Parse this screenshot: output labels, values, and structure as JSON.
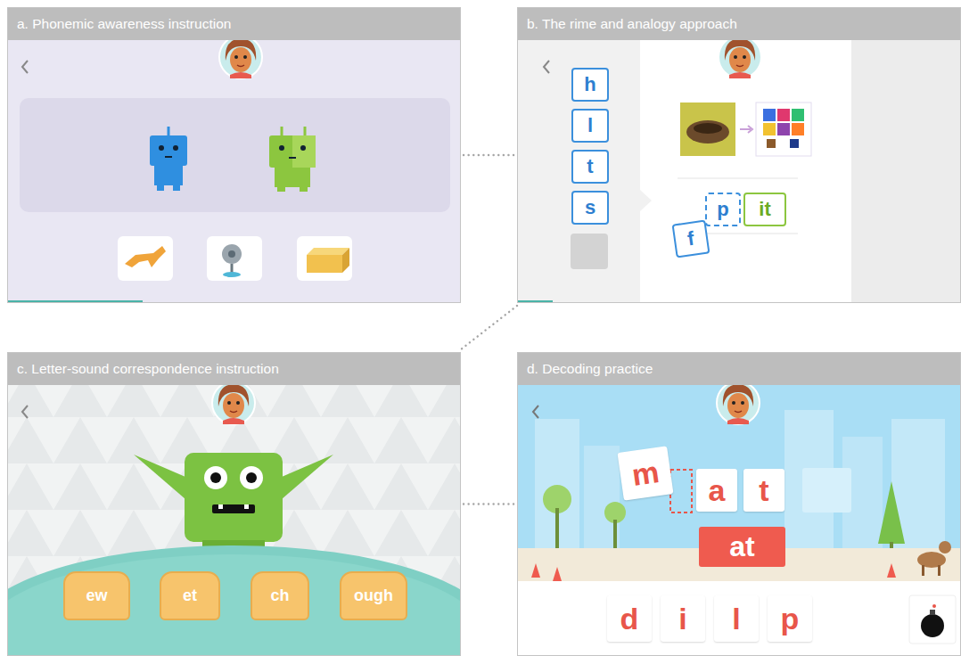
{
  "diagram": {
    "nodes": [
      {
        "text": [
          "a. Phonemic awareness instruction"
        ]
      },
      {
        "text": [
          "b. The rime and analogy approach"
        ]
      },
      {
        "text": [
          "h"
        ],
        "in": 1
      },
      {
        "text": [
          "l"
        ],
        "in": 1
      },
      {
        "text": [
          "t"
        ],
        "in": 1
      },
      {
        "text": [
          "s"
        ],
        "in": 1
      },
      {
        "text": [
          "p"
        ],
        "in": 1
      },
      {
        "text": [
          "it"
        ],
        "in": 1
      },
      {
        "text": [
          "f"
        ],
        "in": 1
      },
      {
        "text": [
          "c. Letter-sound correspondence instruction"
        ]
      },
      {
        "text": [
          "ew"
        ],
        "in": 9
      },
      {
        "text": [
          "et"
        ],
        "in": 9
      },
      {
        "text": [
          "ch"
        ],
        "in": 9
      },
      {
        "text": [
          "ough"
        ],
        "in": 9
      },
      {
        "text": [
          "d. Decoding practice"
        ]
      },
      {
        "text": [
          "m"
        ],
        "in": 14
      },
      {
        "text": [
          "a"
        ],
        "in": 14
      },
      {
        "text": [
          "t"
        ],
        "in": 14
      },
      {
        "text": [
          "at"
        ],
        "in": 14
      },
      {
        "text": [
          "d"
        ],
        "in": 14
      },
      {
        "text": [
          "i"
        ],
        "in": 14
      },
      {
        "text": [
          "l"
        ],
        "in": 14
      },
      {
        "text": [
          "p"
        ],
        "in": 14
      }
    ],
    "edges": [
      {
        "from": 0,
        "to": 1,
        "arrow": "none"
      },
      {
        "from": 1,
        "to": 9,
        "arrow": "none"
      },
      {
        "from": 9,
        "to": 14,
        "arrow": "none"
      }
    ]
  }
}
